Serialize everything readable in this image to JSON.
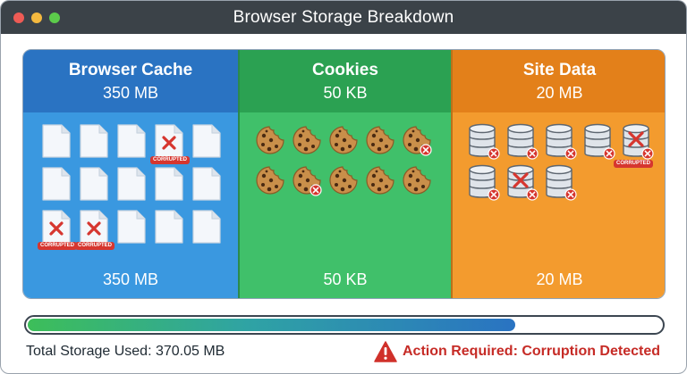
{
  "window": {
    "title": "Browser Storage Breakdown",
    "controls": [
      "close",
      "minimize",
      "zoom"
    ]
  },
  "panels": [
    {
      "name": "Browser Cache",
      "size": "350 MB",
      "footer": "350 MB",
      "color": "#3a98e0",
      "header_color": "#2a73c2",
      "item_icon": "file-icon",
      "item_count": 15,
      "corrupted_items": [
        4,
        11,
        12
      ],
      "corrupted_label": "CORRUPTED"
    },
    {
      "name": "Cookies",
      "size": "50 KB",
      "footer": "50 KB",
      "color": "#40c06a",
      "header_color": "#2ba152",
      "item_icon": "cookie-icon",
      "item_count": 10,
      "flagged_items": [
        5,
        7
      ]
    },
    {
      "name": "Site Data",
      "size": "20 MB",
      "footer": "20 MB",
      "color": "#f39b2e",
      "header_color": "#e3801a",
      "item_icon": "database-icon",
      "item_count": 8,
      "flagged_items": [
        1,
        2,
        3,
        4,
        5,
        6,
        7,
        8
      ],
      "corrupted_items": [
        5,
        7
      ],
      "corrupted_label": "CORRUPTED"
    }
  ],
  "progress": {
    "fraction_used": 0.77
  },
  "footer": {
    "total_text": "Total Storage Used: 370.05 MB",
    "alert_text": "Action Required: Corruption Detected",
    "alert_icon": "warning-icon",
    "alert_color": "#c62b26"
  }
}
